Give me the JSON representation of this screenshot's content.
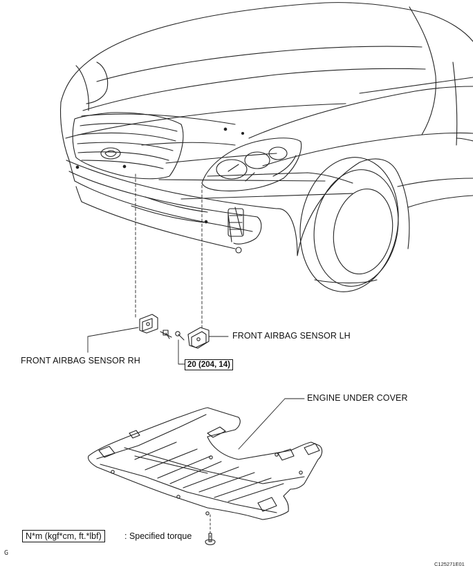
{
  "labels": {
    "sensor_lh": "FRONT AIRBAG SENSOR LH",
    "sensor_rh": "FRONT AIRBAG SENSOR RH",
    "engine_cover": "ENGINE UNDER COVER",
    "torque": "20 (204, 14)"
  },
  "legend": {
    "units": "N*m (kgf*cm, ft.*lbf)",
    "description": ": Specified torque"
  },
  "figure_id": "C125271E01",
  "corner_mark": "G"
}
